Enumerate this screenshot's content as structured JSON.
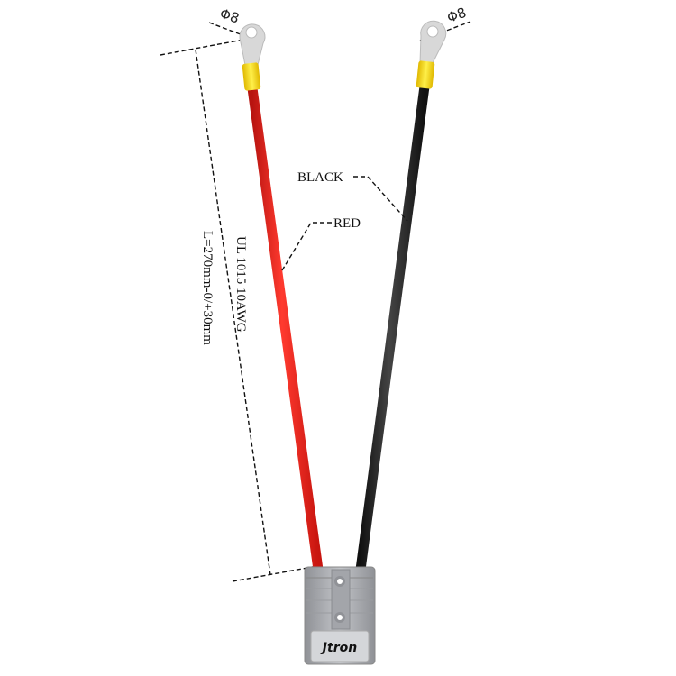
{
  "labels": {
    "ring_left_diameter": "Φ8",
    "ring_right_diameter": "Φ8",
    "black_wire": "BLACK",
    "red_wire": "RED",
    "wire_spec": "UL 1015 10AWG",
    "length": "L=270mm-0/+30mm",
    "brand": "Jtron"
  },
  "colors": {
    "red_wire": "#e8211d",
    "black_wire": "#1e1e1e",
    "sleeve": "#f5d21a",
    "connector": "#a9abb0",
    "terminal": "#d6d6d6"
  }
}
